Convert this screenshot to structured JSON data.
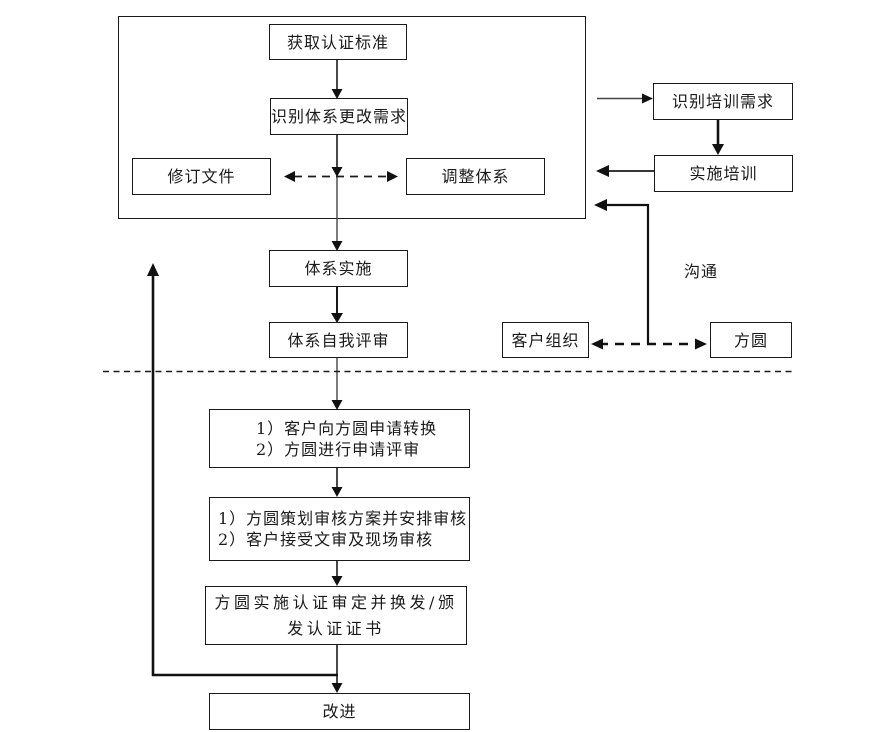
{
  "diagram": {
    "title": "certification transfer process flowchart",
    "nodes": {
      "acquire_standard": "获取认证标准",
      "identify_change_needs": "识别体系更改需求",
      "revise_documents": "修订文件",
      "adjust_system": "调整体系",
      "identify_training_needs": "识别培训需求",
      "implement_training": "实施培训",
      "system_implement": "体系实施",
      "system_self_review": "体系自我评审",
      "client_org": "客户组织",
      "fangyuan": "方圆",
      "apply_review": "1）客户向方圆申请转换\n2）方圆进行申请评审",
      "audit_plan": "1）方圆策划审核方案并安排审核\n2）客户接受文审及现场审核",
      "certification": "方圆实施认证审定并换发/颁\n发认证证书",
      "improvement": "改进"
    },
    "labels": {
      "communication": "沟通"
    },
    "colors": {
      "line": "#1a1a1a",
      "background": "#ffffff",
      "text": "#1a1a1a"
    }
  }
}
